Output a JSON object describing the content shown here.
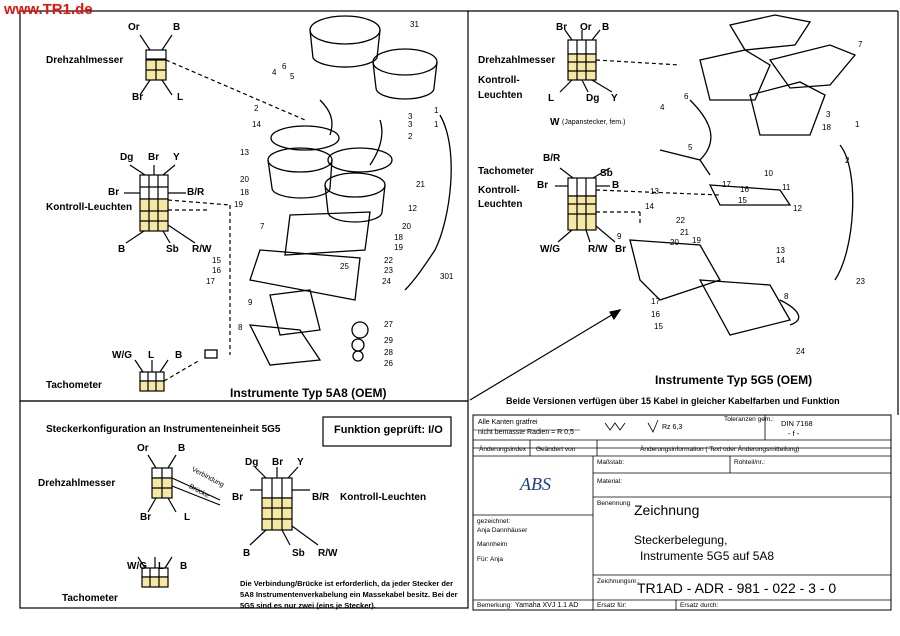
{
  "site": {
    "url": "www.TR1.de",
    "color": "#e8130c"
  },
  "left": {
    "drehzahl": {
      "title": "Drehzahlmesser",
      "or": "Or",
      "b": "B",
      "br": "Br",
      "l": "L"
    },
    "kontroll": {
      "title": "Kontroll-Leuchten",
      "dg": "Dg",
      "br": "Br",
      "y": "Y",
      "br2": "Br",
      "br_r": "B/R",
      "b": "B",
      "sb": "Sb",
      "r_w": "R/W"
    },
    "tacho": {
      "title": "Tachometer",
      "wg": "W/G",
      "l": "L",
      "b": "B"
    },
    "caption": "Instrumente Typ 5A8 (OEM)",
    "parts": [
      "31",
      "6",
      "5",
      "4",
      "2",
      "3",
      "1",
      "14",
      "13",
      "20",
      "18",
      "19",
      "21",
      "12",
      "7",
      "20",
      "18",
      "19",
      "16",
      "15",
      "17",
      "25",
      "22",
      "23",
      "24",
      "301",
      "9",
      "8",
      "27",
      "29",
      "28",
      "26",
      "1",
      "2",
      "3"
    ]
  },
  "right": {
    "kontroll": {
      "title": "Kontroll-",
      "title2": "Leuchten",
      "br": "Br",
      "or": "Or",
      "b": "B",
      "l": "L",
      "dg": "Dg",
      "y": "Y"
    },
    "japan": {
      "w": "W",
      "note": "(Japanstecker, fem.)"
    },
    "tacho": {
      "title": "Tachometer",
      "br_r": "B/R",
      "sb": "Sb",
      "br": "Br",
      "b": "B"
    },
    "kontroll2": {
      "title": "Kontroll-",
      "title2": "Leuchten",
      "wg": "W/G",
      "r_w": "R/W",
      "br": "Br"
    },
    "caption": "Instrumente Typ 5G5 (OEM)",
    "note": "Beide Versionen  verfügen über 15 Kabel in gleicher Kabelfarben und Funktion",
    "parts": [
      "7",
      "6",
      "5",
      "4",
      "18",
      "3",
      "1",
      "2",
      "10",
      "11",
      "12",
      "13",
      "14",
      "15",
      "16",
      "17",
      "22",
      "21",
      "19",
      "20",
      "9",
      "8",
      "23",
      "24",
      "13",
      "14",
      "17",
      "16",
      "15"
    ]
  },
  "bottom": {
    "title": "Steckerkonfiguration an Instrumenteneinheit 5G5",
    "drehzahl": {
      "title": "Drehzahlmesser",
      "or": "Or",
      "b": "B",
      "br": "Br",
      "l": "L",
      "verbindung": "Verbindung",
      "bruecke": "Brücke"
    },
    "kontroll": {
      "title": "Kontroll-Leuchten",
      "dg": "Dg",
      "br": "Br",
      "y": "Y",
      "br2": "Br",
      "br_r": "B/R",
      "b": "B",
      "sb": "Sb",
      "r_w": "R/W"
    },
    "tacho": {
      "title": "Tachometer",
      "wg": "W/G",
      "l": "L",
      "b": "B"
    },
    "note1": "Die Verbindung/Brücke ist erforderlich, da jeder Stecker der",
    "note2": "5A8 Instrumentenverkabelung ein Massekabel besitz. Bei der",
    "note3": "5G5 sind es nur zwei (eins je Stecker)."
  },
  "funktion": "Funktion geprüft: I/O",
  "titleblock": {
    "kanten1": "Alle Kanten  gratfrei",
    "kanten2": "nicht bemasste Radien = R 0,5",
    "rz": "Rz 6,3",
    "toleranzen": "Toleranzen gem.:",
    "din": "DIN 7168",
    "din_f": "- f -",
    "aenderungsindex": "Änderungsindex",
    "geaendert": "Geändert von",
    "aenderungsinfo": "Änderungsinformation ( Text oder Änderungsmitteilung)",
    "logo": "ABS",
    "massstab": "Maßstab:",
    "rohteil": "Rohteil/nr.:",
    "material": "Material:",
    "benennung": "Benennung",
    "zeichnung": "Zeichnung",
    "title1": "Steckerbelegung,",
    "title2": "Instrumente 5G5 auf 5A8",
    "gezeichnet": "gezeichnet:",
    "name": "Anja Dannhäuser",
    "ort": "Mannheim",
    "fuer": "Für: Anja",
    "zeichnungsnr_label": "Zeichnungsnr.:",
    "zeichnungsnr": "TR1AD  - ADR - 981 - 022 - 3 - 0",
    "bemerkung_label": "Bemerkung:",
    "bemerkung": "Yamaha XVJ 1.1 AD",
    "ersatz_fuer": "Ersatz für:",
    "ersatz_durch": "Ersatz durch:"
  }
}
